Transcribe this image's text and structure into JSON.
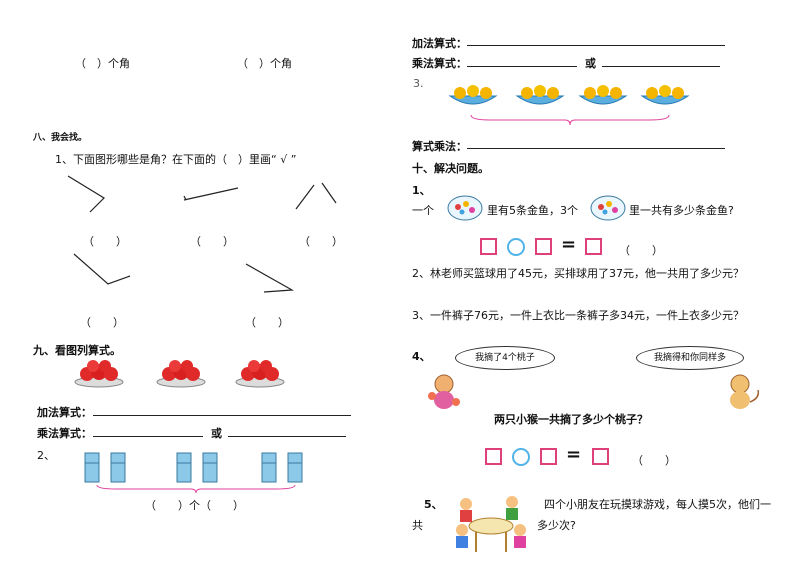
{
  "left": {
    "top_corners": [
      "（　）个角",
      "（　）个角"
    ],
    "sec8": {
      "title": "八、我会找。",
      "q1": "1、下面图形哪些是角？在下面的（　）里画“ √ ”"
    },
    "paren": "（　　）",
    "sec9": {
      "title": "九、看图列算式。"
    },
    "add_label": "加法算式：",
    "mul_label": "乘法算式：",
    "or": "或",
    "q2_num": "2、",
    "q2_blank": "（　　）个（　　）"
  },
  "right": {
    "add_label": "加法算式：",
    "mul_label": "乘法算式：",
    "or": "或",
    "q3_num": "3.",
    "mul_label2": "算式乘法：",
    "sec10": "十、解决问题。",
    "p1_num": "1、",
    "p1_a": "一个",
    "p1_b": "里有5条金鱼，3个",
    "p1_c": "里一共有多少条金鱼?",
    "p1_paren": "（　　）",
    "p2": "2、林老师买篮球用了45元，买排球用了37元，他一共用了多少元？",
    "p3": "3、一件裤子76元，一件上衣比一条裤子多34元，一件上衣多少元？",
    "p4_num": "4、",
    "bubble1": "我摘了4个桃子",
    "bubble2": "我摘得和你同样多",
    "p4_q": "两只小猴一共摘了多少个桃子？",
    "p4_paren": "（　　）",
    "p5_num": "5、",
    "p5_a": "四个小朋友在玩摸球游戏，每人摸5次，他们一",
    "p5_b": "共",
    "p5_c": "多少次?"
  },
  "colors": {
    "box": "#e0407a",
    "circle": "#4fb3e8",
    "apple": "#e02a2a",
    "fridge": "#8cc8e8",
    "brace": "#e0409a",
    "orange": "#f5b400",
    "bowl": "#5aaee0"
  }
}
